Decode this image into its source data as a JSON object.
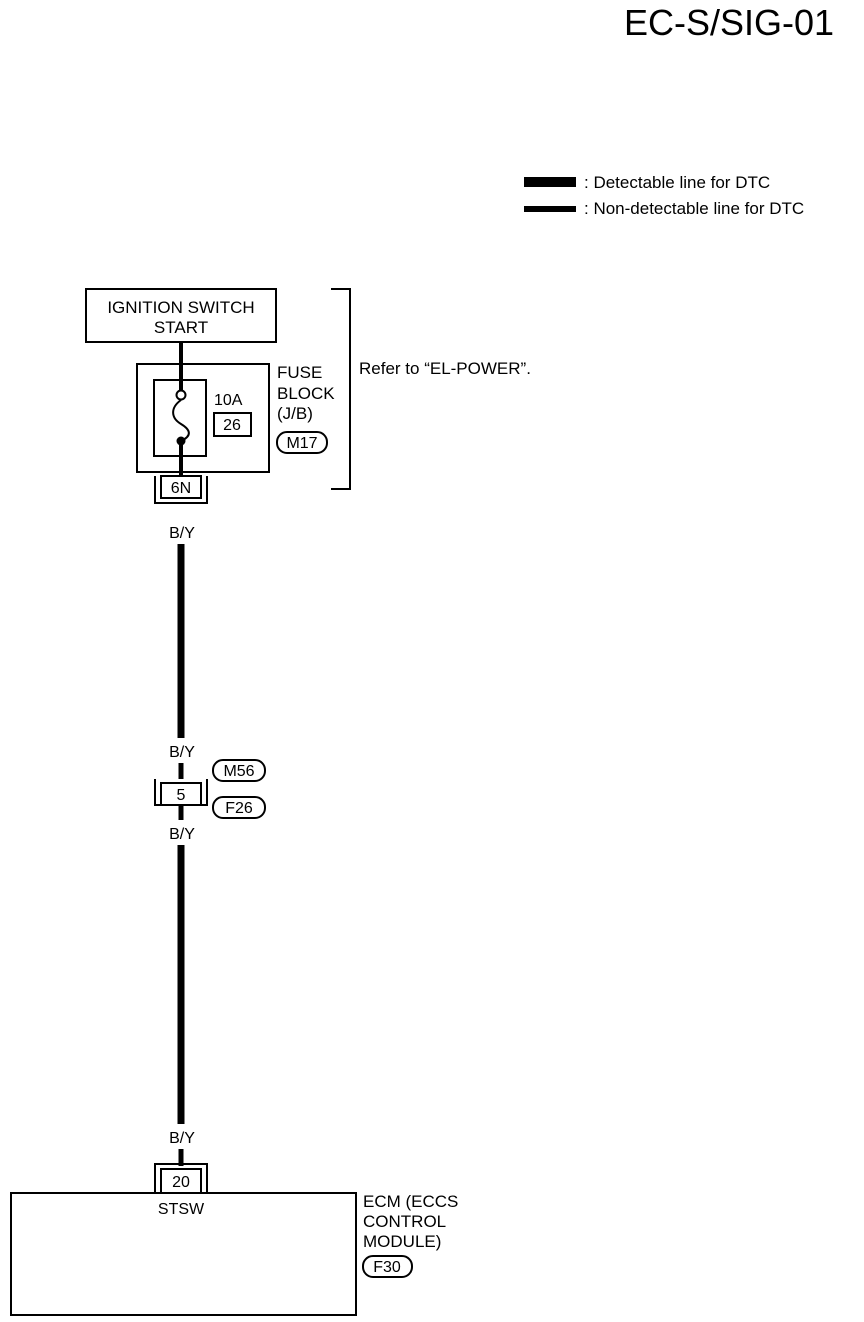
{
  "page_title": "EC-S/SIG-01",
  "legend": {
    "detectable": ": Detectable line for DTC",
    "non_detectable": ": Non-detectable line for DTC"
  },
  "ignition_switch": {
    "line1": "IGNITION SWITCH",
    "line2": "START"
  },
  "fuse_block": {
    "line1": "FUSE",
    "line2": "BLOCK",
    "line3": "(J/B)",
    "rating": "10A",
    "fuse_number": "26",
    "connector": "M17",
    "terminal": "6N"
  },
  "refer_note": "Refer to “EL-POWER”.",
  "wire_labels": [
    "B/Y",
    "B/Y",
    "B/Y",
    "B/Y"
  ],
  "junction": {
    "terminal": "5",
    "connector_top": "M56",
    "connector_bottom": "F26"
  },
  "ecm": {
    "terminal": "20",
    "pin_name": "STSW",
    "line1": "ECM (ECCS",
    "line2": "CONTROL",
    "line3": "MODULE)",
    "connector": "F30"
  }
}
